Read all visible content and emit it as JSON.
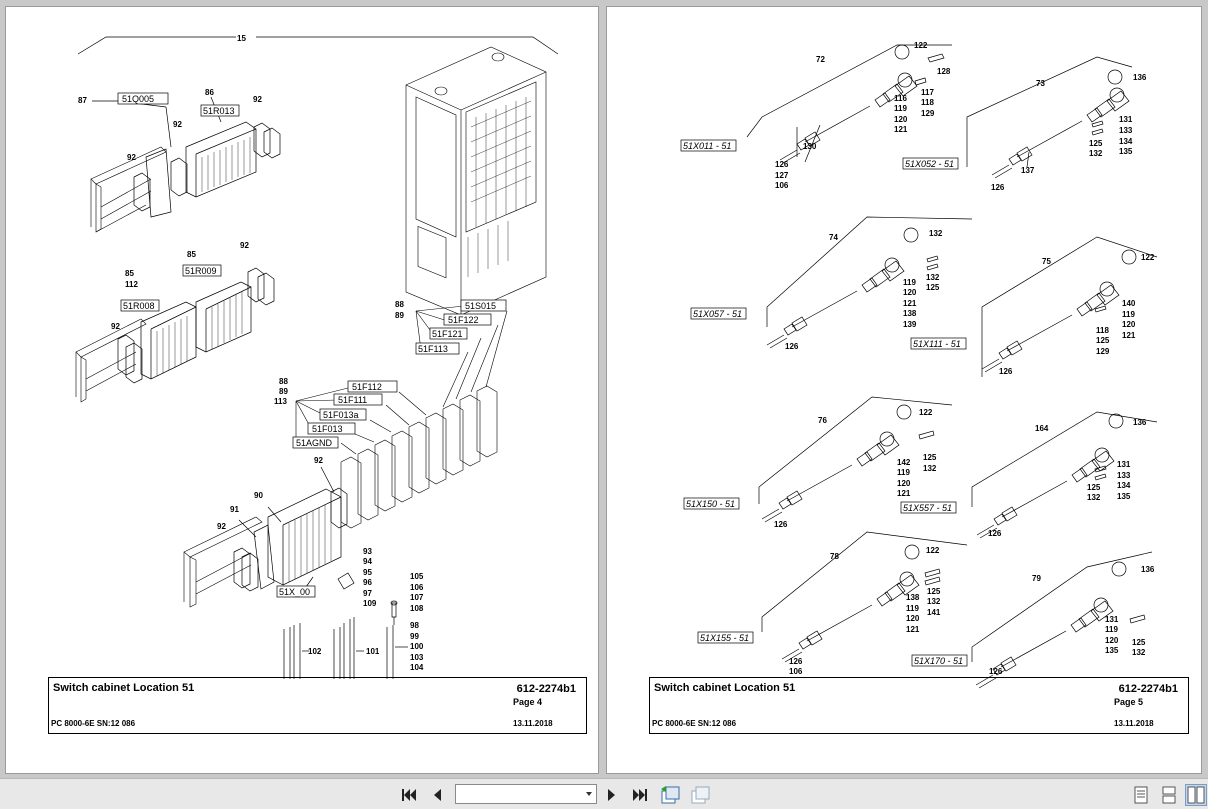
{
  "left_page": {
    "title": "Switch cabinet Location 51",
    "doc_number": "612-2274b1",
    "page": "Page 4",
    "model": "PC 8000-6E SN:12 086",
    "date": "13.11.2018",
    "callouts": {
      "c15": "15",
      "c87": "87",
      "c86": "86",
      "c92a": "92",
      "c92b": "92",
      "c92c": "92",
      "c85a": "85",
      "c92d": "92",
      "c85b": "85",
      "c112": "112",
      "c92e": "92",
      "c88a": "88",
      "c89a": "89",
      "c88b": "88",
      "c89b": "89",
      "c113": "113",
      "c92f": "92",
      "c90": "90",
      "c91": "91",
      "c92g": "92",
      "c93": "93",
      "c94": "94",
      "c95": "95",
      "c96": "96",
      "c97": "97",
      "c109": "109",
      "c105": "105",
      "c106": "106",
      "c107": "107",
      "c108": "108",
      "c98": "98",
      "c99": "99",
      "c100": "100",
      "c103": "103",
      "c104": "104",
      "c102": "102",
      "c101": "101"
    },
    "boxes": {
      "b51Q005": "51Q005",
      "b51R013": "51R013",
      "b51R009": "51R009",
      "b51R008": "51R008",
      "b51S015": "51S015",
      "b51F122": "51F122",
      "b51F121": "51F121",
      "b51F113": "51F113",
      "b51F112": "51F112",
      "b51F111": "51F111",
      "b51F013a": "51F013a",
      "b51F013": "51F013",
      "b51AGND": "51AGND",
      "b51X00": "51X_00"
    }
  },
  "right_page": {
    "title": "Switch cabinet Location 51",
    "doc_number": "612-2274b1",
    "page": "Page 5",
    "model": "PC 8000-6E SN:12 086",
    "date": "13.11.2018",
    "groups": [
      {
        "ref": "72",
        "box": "51X011 - 51",
        "labels": [
          "122",
          "128",
          "116",
          "119",
          "120",
          "121",
          "117",
          "118",
          "129",
          "130",
          "126",
          "127",
          "106"
        ]
      },
      {
        "ref": "73",
        "box": "51X052 - 51",
        "labels": [
          "136",
          "131",
          "133",
          "134",
          "135",
          "125",
          "132",
          "137",
          "126"
        ]
      },
      {
        "ref": "74",
        "box": "51X057 - 51",
        "labels": [
          "132",
          "119",
          "120",
          "121",
          "138",
          "139",
          "132",
          "125",
          "126"
        ]
      },
      {
        "ref": "75",
        "box": "51X111 - 51",
        "labels": [
          "122",
          "140",
          "119",
          "120",
          "121",
          "118",
          "125",
          "129",
          "126"
        ]
      },
      {
        "ref": "76",
        "box": "51X150 - 51",
        "labels": [
          "122",
          "142",
          "119",
          "120",
          "121",
          "125",
          "132",
          "126"
        ]
      },
      {
        "ref": "164",
        "box": "51X557 - 51",
        "labels": [
          "136",
          "131",
          "133",
          "134",
          "135",
          "125",
          "132",
          "126"
        ]
      },
      {
        "ref": "78",
        "box": "51X155 - 51",
        "labels": [
          "122",
          "138",
          "119",
          "120",
          "121",
          "125",
          "132",
          "141",
          "126",
          "106"
        ]
      },
      {
        "ref": "79",
        "box": "51X170 - 51",
        "labels": [
          "136",
          "131",
          "119",
          "120",
          "135",
          "125",
          "132",
          "126"
        ]
      }
    ]
  },
  "toolbar": {
    "first_page_icon": "first-page-icon",
    "prev_page_icon": "prev-page-icon",
    "page_value": "",
    "next_page_icon": "next-page-icon",
    "last_page_icon": "last-page-icon",
    "back_view_icon": "back-view-icon",
    "forward_view_icon": "forward-view-icon",
    "single_page_icon": "single-page-icon",
    "continuous_icon": "continuous-icon",
    "two_page_icon": "two-page-icon"
  }
}
